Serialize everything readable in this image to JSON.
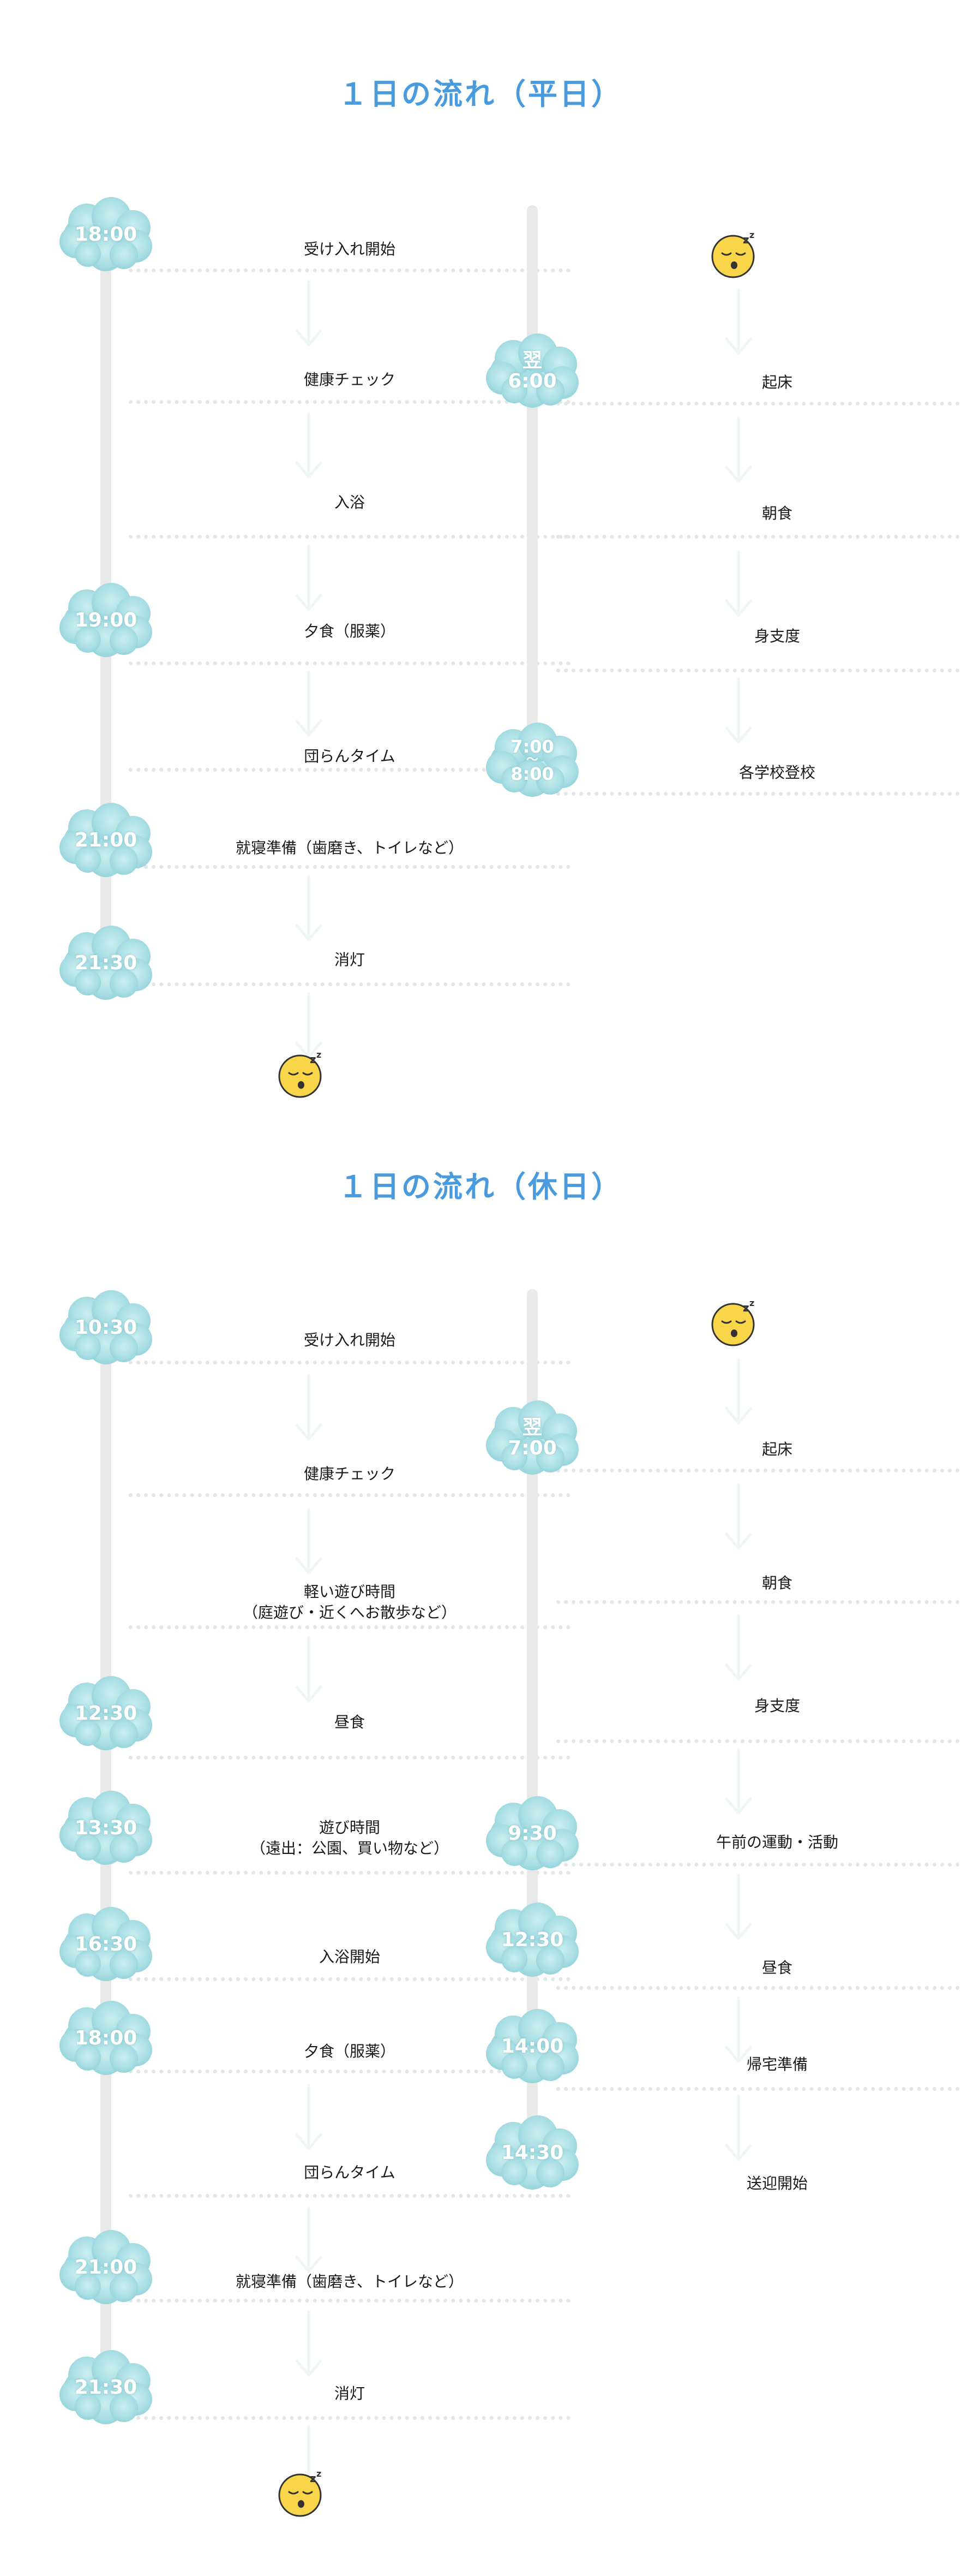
{
  "colors": {
    "title": "#4a9bde",
    "cloud": "#a6dde3",
    "timeline": "#e9e9e9",
    "dots": "#e3e6e8",
    "arrow": "#eef6f6",
    "face": "#f9d54a"
  },
  "icons": {
    "sleep": "sleeping-face-icon",
    "arrow": "down-arrow-icon",
    "cloud": "cloud-icon"
  },
  "weekday": {
    "title": "１日の流れ（平日）",
    "left": [
      {
        "time": "18:00",
        "label": "受け入れ開始"
      },
      {
        "time": "",
        "label": "健康チェック"
      },
      {
        "time": "",
        "label": "入浴"
      },
      {
        "time": "19:00",
        "label": "夕食（服薬）"
      },
      {
        "time": "",
        "label": "団らんタイム"
      },
      {
        "time": "21:00",
        "label": "就寝準備（歯磨き、トイレなど）"
      },
      {
        "time": "21:30",
        "label": "消灯"
      }
    ],
    "right": [
      {
        "time_prefix": "翌",
        "time": "6:00",
        "label": "起床"
      },
      {
        "time": "",
        "label": "朝食"
      },
      {
        "time": "",
        "label": "身支度"
      },
      {
        "time_top": "7:00",
        "time_mid": "〜",
        "time": "8:00",
        "label": "各学校登校"
      }
    ]
  },
  "holiday": {
    "title": "１日の流れ（休日）",
    "left": [
      {
        "time": "10:30",
        "label": "受け入れ開始"
      },
      {
        "time": "",
        "label": "健康チェック"
      },
      {
        "time": "",
        "label": "軽い遊び時間\n（庭遊び・近くへお散歩など）"
      },
      {
        "time": "12:30",
        "label": "昼食"
      },
      {
        "time": "13:30",
        "label": "遊び時間\n（遠出：公園、買い物など）"
      },
      {
        "time": "16:30",
        "label": "入浴開始"
      },
      {
        "time": "18:00",
        "label": "夕食（服薬）"
      },
      {
        "time": "",
        "label": "団らんタイム"
      },
      {
        "time": "21:00",
        "label": "就寝準備（歯磨き、トイレなど）"
      },
      {
        "time": "21:30",
        "label": "消灯"
      }
    ],
    "right": [
      {
        "time_prefix": "翌",
        "time": "7:00",
        "label": "起床"
      },
      {
        "time": "",
        "label": "朝食"
      },
      {
        "time": "",
        "label": "身支度"
      },
      {
        "time": "9:30",
        "label": "午前の運動・活動"
      },
      {
        "time": "12:30",
        "label": "昼食"
      },
      {
        "time": "14:00",
        "label": "帰宅準備"
      },
      {
        "time": "14:30",
        "label": "送迎開始"
      }
    ]
  }
}
